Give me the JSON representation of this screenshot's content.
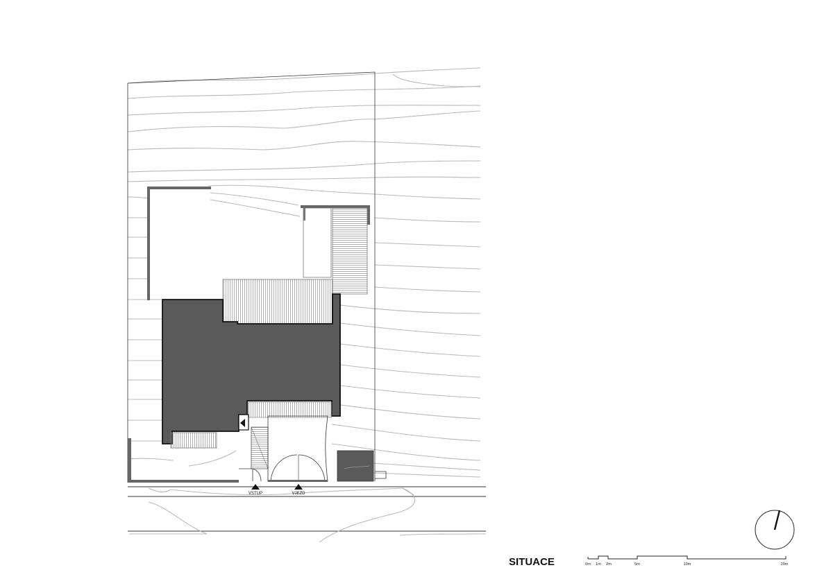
{
  "drawing": {
    "title": "SITUACE",
    "entrances": {
      "pedestrian": "VSTUP",
      "vehicle": "VJEZD"
    },
    "scale_bar": {
      "ticks": [
        "0m",
        "1m",
        "2m",
        "5m",
        "10m",
        "20m"
      ]
    },
    "north_arrow_icon": "north-arrow-icon",
    "colors": {
      "building": "#5a5a5a",
      "walls": "#666666",
      "contours": "#b9b9b9",
      "lines": "#333333"
    }
  }
}
